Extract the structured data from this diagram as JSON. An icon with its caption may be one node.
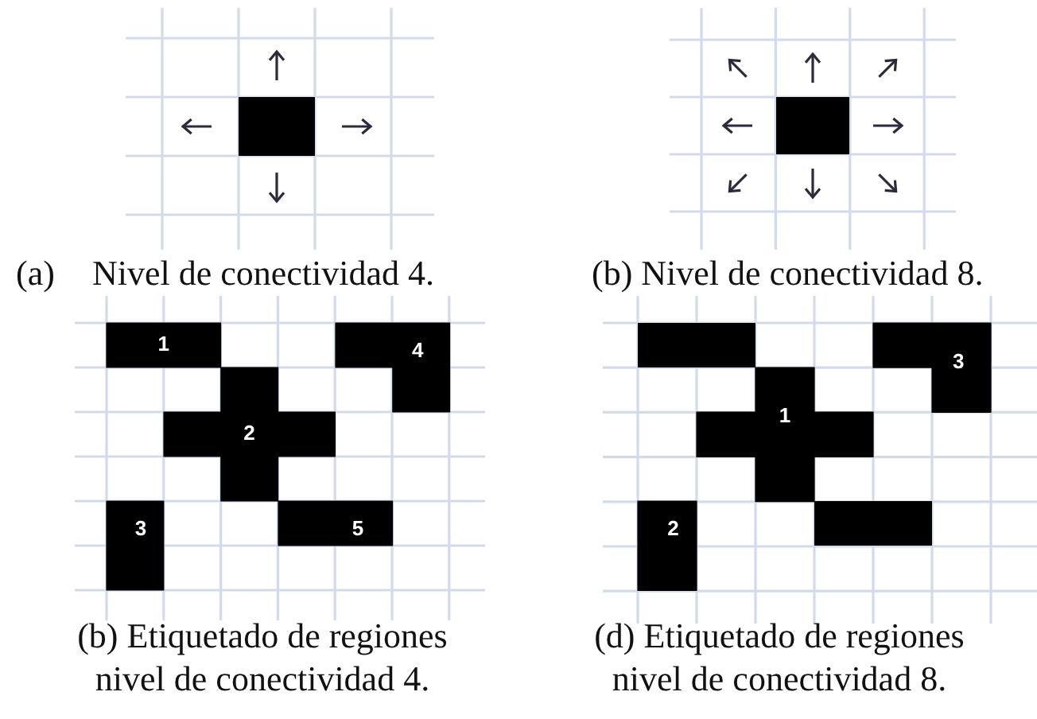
{
  "diagram": {
    "nodes": [
      {
        "text": [],
        "shape": "box"
      },
      {
        "text": [],
        "shape": "box"
      },
      {
        "text": [
          "1"
        ]
      },
      {
        "text": [
          "4"
        ]
      },
      {
        "text": [
          "2"
        ]
      },
      {
        "text": [
          "3"
        ]
      },
      {
        "text": [
          "5"
        ]
      },
      {
        "text": [],
        "shape": "box"
      },
      {
        "text": [
          "3"
        ]
      },
      {
        "text": [
          "1"
        ]
      },
      {
        "text": [
          "2"
        ]
      },
      {
        "text": [],
        "shape": "box"
      }
    ],
    "labels": [
      "(a)",
      "Nivel de conectividad 4.",
      "(b) Nivel de conectividad 8.",
      "(b) Etiquetado de regiones nivel de conectividad 4.",
      "(d) Etiquetado de regiones nivel de conectividad 8."
    ]
  }
}
